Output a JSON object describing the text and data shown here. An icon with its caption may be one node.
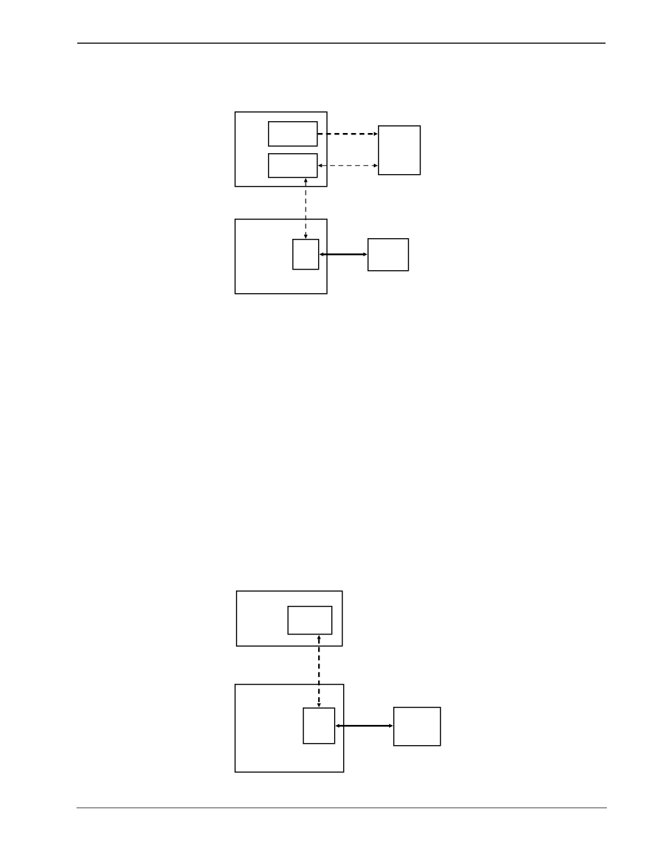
{
  "diagram": {
    "nodes": [
      {
        "text": [],
        "shape": "box"
      },
      {
        "text": [],
        "shape": "box",
        "in": 0
      },
      {
        "text": [],
        "shape": "box",
        "in": 0
      },
      {
        "text": [],
        "shape": "box"
      },
      {
        "text": [],
        "shape": "box"
      },
      {
        "text": [],
        "shape": "box",
        "in": 4
      },
      {
        "text": [],
        "shape": "box"
      },
      {
        "text": [],
        "shape": "box"
      },
      {
        "text": [],
        "shape": "box",
        "in": 7
      },
      {
        "text": [],
        "shape": "box"
      },
      {
        "text": [],
        "shape": "box",
        "in": 9
      },
      {
        "text": [],
        "shape": "box"
      }
    ],
    "edges": [
      {
        "from": 1,
        "to": 3,
        "arrow": "to",
        "style": "dashed"
      },
      {
        "from": 2,
        "to": 3,
        "arrow": "both",
        "style": "dashed"
      },
      {
        "from": 2,
        "to": 5,
        "arrow": "both",
        "style": "dashed"
      },
      {
        "from": 5,
        "to": 6,
        "arrow": "both"
      },
      {
        "from": 8,
        "to": 10,
        "arrow": "both",
        "style": "dashed"
      },
      {
        "from": 10,
        "to": 11,
        "arrow": "both"
      }
    ]
  }
}
